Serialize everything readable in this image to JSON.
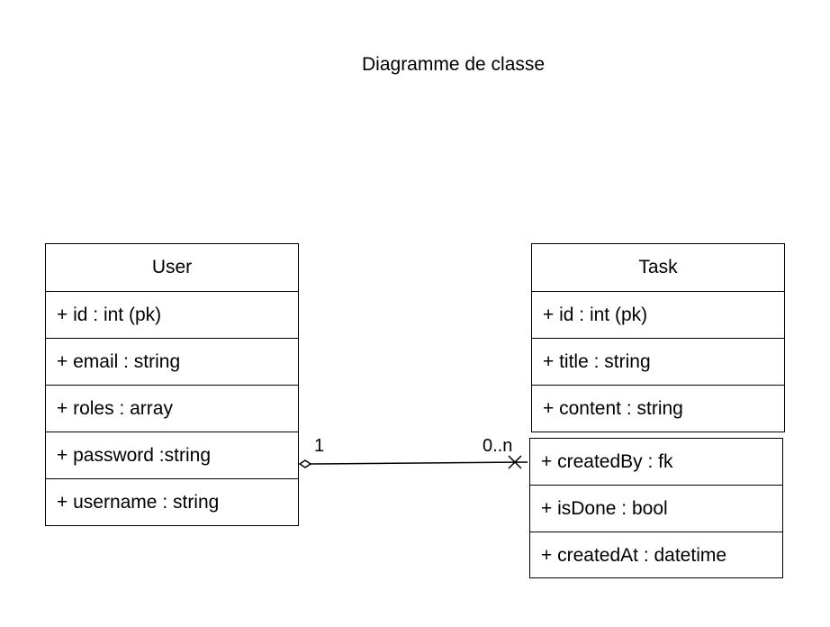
{
  "diagram": {
    "title": "Diagramme de classe",
    "classes": {
      "user": {
        "name": "User",
        "attributes": [
          "+ id : int (pk)",
          "+ email : string",
          "+ roles : array",
          "+ password :string",
          "+ username : string"
        ]
      },
      "task": {
        "name": "Task",
        "attributes": [
          "+ id : int (pk)",
          "+ title : string",
          "+ content : string"
        ]
      },
      "task_ext": {
        "attributes": [
          "+ createdBy : fk",
          "+ isDone : bool",
          "+ createdAt : datetime"
        ]
      }
    },
    "association": {
      "source_multiplicity": "1",
      "target_multiplicity": "0..n"
    }
  }
}
